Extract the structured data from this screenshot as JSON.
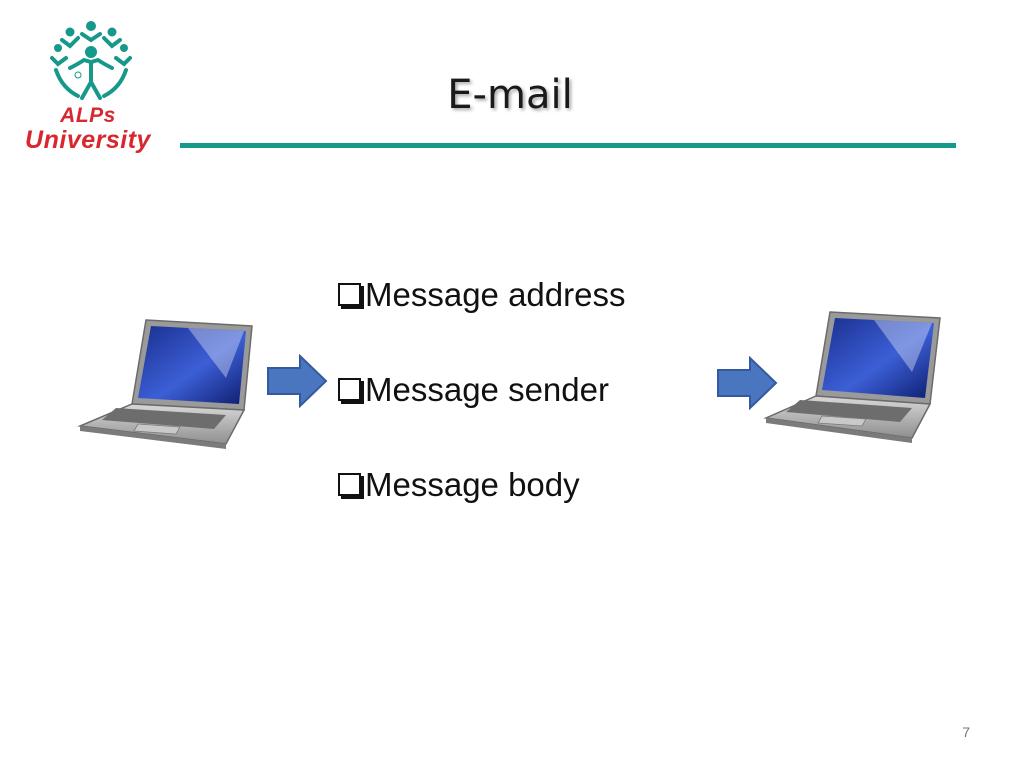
{
  "logo": {
    "line1": "ALPs",
    "line2": "University",
    "colors": {
      "figure": "#16998a",
      "text": "#d7282f"
    }
  },
  "slide": {
    "title": "E-mail",
    "rule_color": "#16998a",
    "bullets": [
      {
        "label": "Message address"
      },
      {
        "label": "Message sender"
      },
      {
        "label": "Message body"
      }
    ],
    "page_number": "7"
  },
  "icons": {
    "bullet": "checkbox-square-icon",
    "device": "laptop-icon",
    "flow": "right-arrow-icon"
  }
}
